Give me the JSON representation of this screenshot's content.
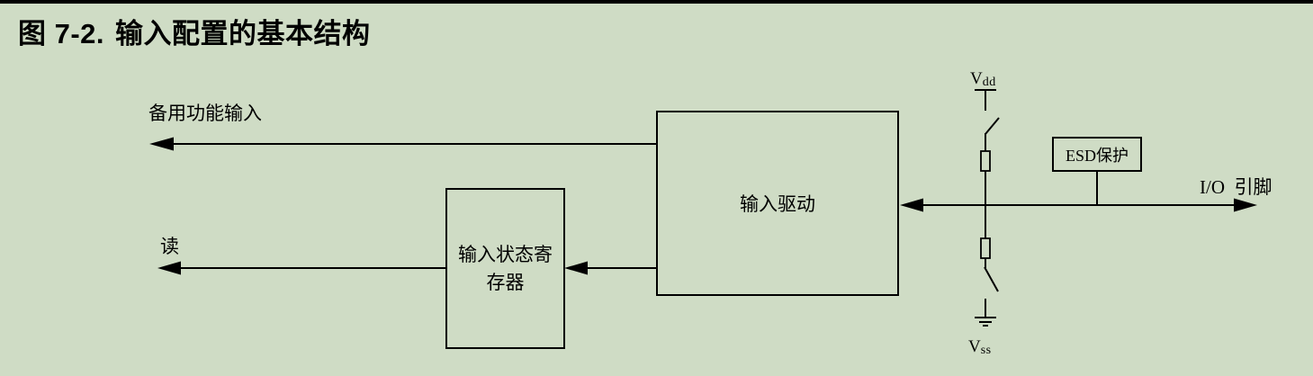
{
  "colors": {
    "background": "#cfdcc5",
    "line": "#000000",
    "text": "#000000"
  },
  "title": {
    "prefix": "图 7-2.",
    "text": "输入配置的基本结构"
  },
  "diagram": {
    "labels": {
      "alt_function_input": "备用功能输入",
      "read": "读",
      "input_driver": "输入驱动",
      "input_status_register": "输入状态寄存器",
      "esd_protection": "ESD保护",
      "io_pin": "I/O  引脚",
      "vdd": {
        "base": "V",
        "sub": "dd"
      },
      "vss": {
        "base": "V",
        "sub": "ss"
      }
    }
  }
}
